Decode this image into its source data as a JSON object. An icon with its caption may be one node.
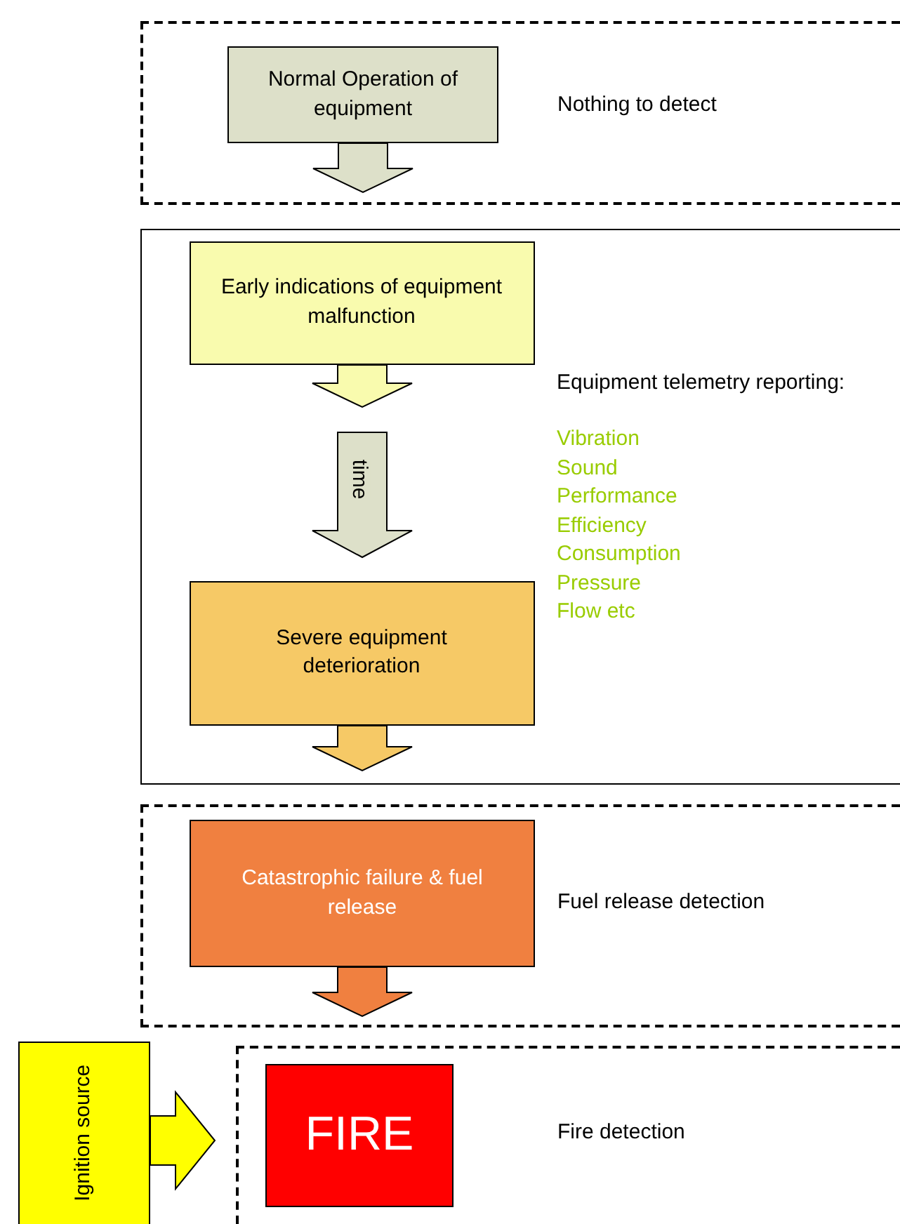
{
  "diagram": {
    "nodes": [
      {
        "text": [
          "Nothing to detect"
        ]
      },
      {
        "text": [
          "Normal Operation of equipment"
        ],
        "in": 0
      },
      {
        "text": [
          "Equipment telemetry reporting:",
          "Vibration",
          "Sound",
          "Performance",
          "Efficiency",
          "Consumption",
          "Pressure",
          "Flow etc"
        ]
      },
      {
        "text": [
          "Early indications of equipment malfunction"
        ],
        "in": 2
      },
      {
        "text": [
          "Severe equipment deterioration"
        ],
        "in": 2
      },
      {
        "text": [
          "Fuel release detection"
        ]
      },
      {
        "text": [
          "Catastrophic failure & fuel release"
        ],
        "in": 5
      },
      {
        "text": [
          "Fire detection"
        ]
      },
      {
        "text": [
          "FIRE"
        ],
        "in": 7
      },
      {
        "text": [
          "Ignition source"
        ]
      }
    ],
    "edges": [
      {
        "from": 1,
        "to": 3,
        "arrow": "to"
      },
      {
        "from": 3,
        "to": 4,
        "arrow": "to",
        "label": "time"
      },
      {
        "from": 4,
        "to": 6,
        "arrow": "to"
      },
      {
        "from": 6,
        "to": 8,
        "arrow": "to"
      },
      {
        "from": 9,
        "to": 8,
        "arrow": "to"
      }
    ]
  }
}
